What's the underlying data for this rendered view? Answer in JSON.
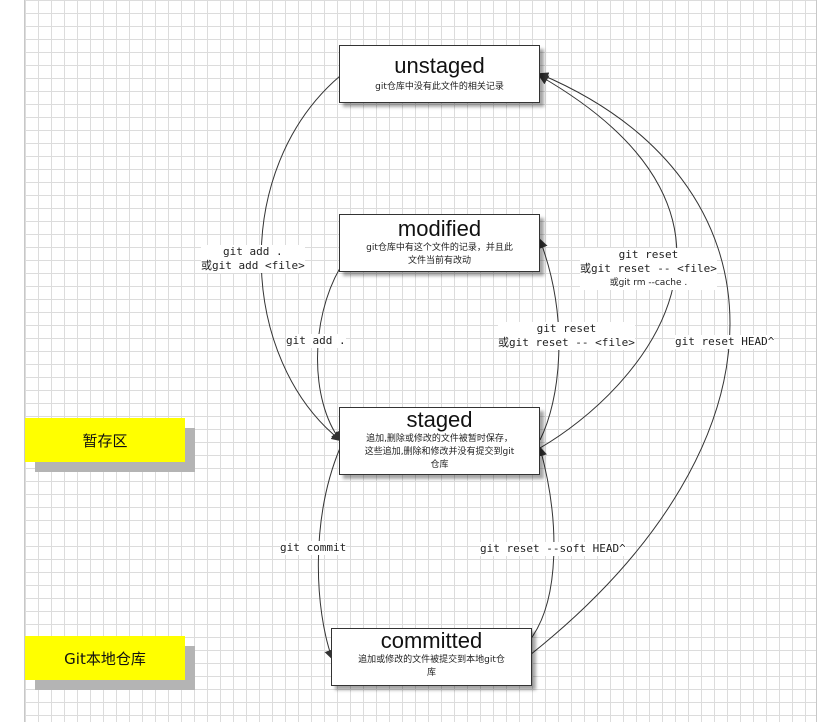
{
  "states": {
    "unstaged": {
      "title": "unstaged",
      "desc": "git仓库中没有此文件的相关记录"
    },
    "modified": {
      "title": "modified",
      "desc_line1": "git仓库中有这个文件的记录，并且此",
      "desc_line2": "文件当前有改动"
    },
    "staged": {
      "title": "staged",
      "desc_line1": "追加,删除或修改的文件被暂时保存，",
      "desc_line2": "这些追加,删除和修改并没有提交到git",
      "desc_line3": "仓库"
    },
    "committed": {
      "title": "committed",
      "desc_line1": "追加或修改的文件被提交到本地git仓",
      "desc_line2": "库"
    }
  },
  "edges": {
    "git_add_all_or_file": {
      "line1": "git add .",
      "line2": "或git add <file>"
    },
    "git_add": {
      "line1": "git add ."
    },
    "git_commit": {
      "line1": "git commit"
    },
    "reset_to_modified": {
      "line1": "git reset",
      "line2": "或git reset -- <file>"
    },
    "reset_to_unstaged": {
      "line1": "git reset",
      "line2": "或git reset -- <file>",
      "line3": "或git rm --cache ."
    },
    "reset_head": {
      "line1": "git reset HEAD^"
    },
    "reset_soft": {
      "line1": "git reset --soft HEAD^"
    }
  },
  "zones": {
    "staging": "暂存区",
    "local_repo": "Git本地仓库"
  },
  "colors": {
    "zone_fill": "#ffff00",
    "zone_shadow": "#b4b4b4",
    "grid": "#dcdcdc",
    "edge": "#333333"
  }
}
